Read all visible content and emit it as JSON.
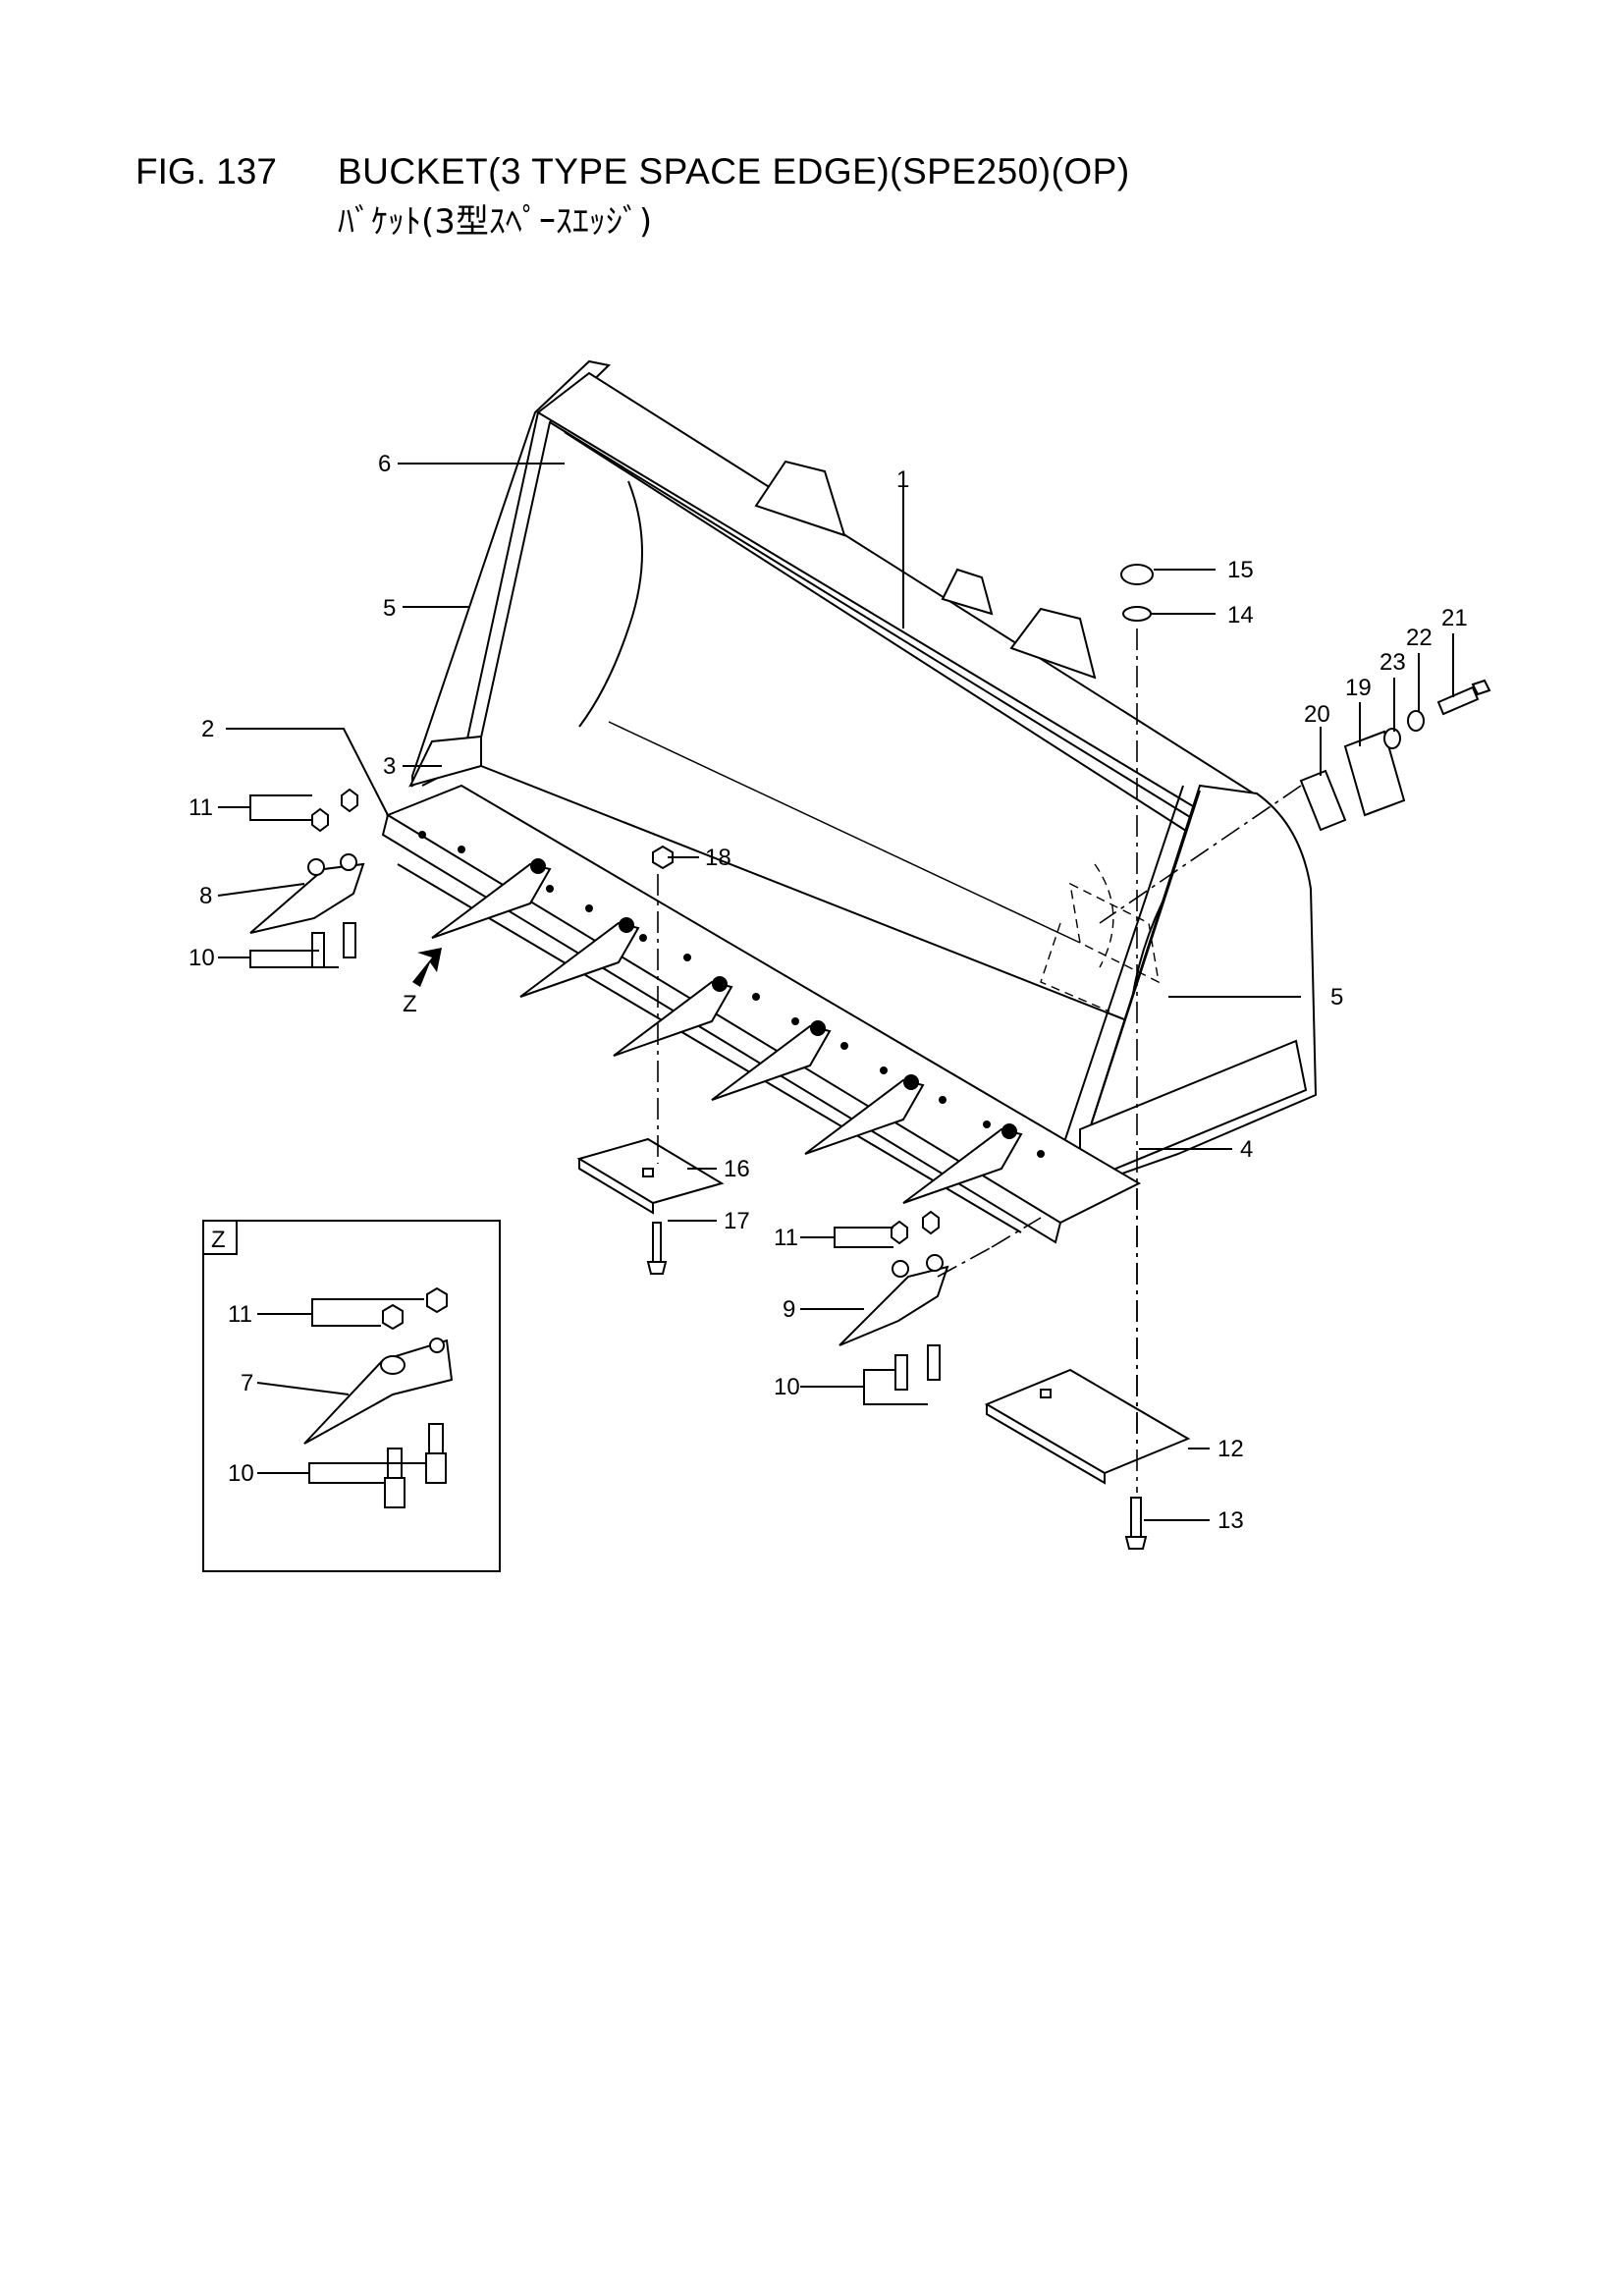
{
  "header": {
    "fig_no": "FIG. 137",
    "title": "BUCKET(3 TYPE SPACE EDGE)(SPE250)(OP)",
    "subtitle": "ﾊﾞｹｯﾄ(3型ｽﾍﾟｰｽｴｯｼﾞ)"
  },
  "callouts": {
    "c1": "1",
    "c2": "2",
    "c3": "3",
    "c4": "4",
    "c5a": "5",
    "c5b": "5",
    "c6": "6",
    "c8": "8",
    "c9": "9",
    "c10a": "10",
    "c10b": "10",
    "c11a": "11",
    "c11b": "11",
    "c12": "12",
    "c13": "13",
    "c14": "14",
    "c15": "15",
    "c16": "16",
    "c17": "17",
    "c18": "18",
    "c19": "19",
    "c20": "20",
    "c21": "21",
    "c22": "22",
    "c23": "23"
  },
  "view_arrow_label": "Z",
  "inset": {
    "tag": "Z",
    "c7": "7",
    "c10": "10",
    "c11": "11"
  }
}
